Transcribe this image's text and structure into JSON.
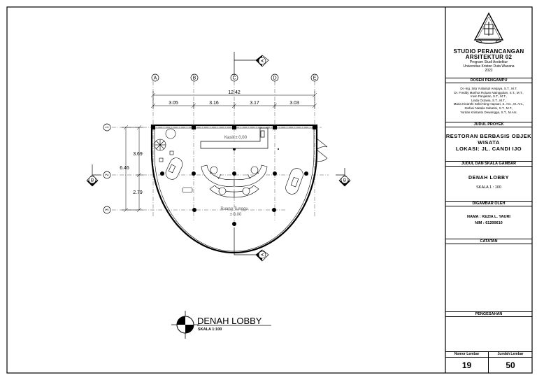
{
  "drawing": {
    "grid_cols": [
      "A",
      "B",
      "C",
      "D",
      "E"
    ],
    "grid_rows": [
      "1",
      "2",
      "3"
    ],
    "overall_dim": "12.42",
    "col_dims": [
      "3.05",
      "3.16",
      "3.17",
      "3.03"
    ],
    "row_dims": [
      "3.69",
      "2.79"
    ],
    "overall_vdim": "6.46",
    "section_marks": [
      "A",
      "B"
    ],
    "room_kasir": "Kasir ± 0,00",
    "room_tunggu": "Ruang Tunggu",
    "room_tunggu_level": "± 0,00",
    "title": "DENAH LOBBY",
    "scale": "SKALA 1:100"
  },
  "titleblock": {
    "studio_line1": "STUDIO PERANCANGAN",
    "studio_line2": "ARSITEKTUR 02",
    "program": "Program Studi Arsitektur",
    "university": "Universitas Kristen Duta Wacana",
    "year": "2022",
    "dosen_heading": "DOSEN PENGAMPU",
    "dosen": [
      "Dr.-Ing. Sita Yuliastuti Amijaya, S.T., M.T.",
      "Dr. Freddy Marihot Roluan Nainggolan, S.T., M.T.,",
      "Irwin Panjaitan, S.T., M.T.,",
      "Linda Octavia, S.T., M.T.,",
      "Maria Kinanthi Sekti Ning Hapsari, S. Ars., M. Ars.,",
      "Stefani Natalia Sabatini, S.T., M.T.,",
      "Yordan Kristanto Dewangga, S.T., M.Ars."
    ],
    "judul_proyek_heading": "JUDUL PROYEK",
    "project_line1": "RESTORAN BERBASIS OBJEK",
    "project_line2": "WISATA",
    "project_line3": "LOKASI: JL. CANDI IJO",
    "judul_skala_heading": "JUDUL DAN SKALA GAMBAR",
    "drawing_title": "DENAH LOBBY",
    "drawing_scale": "SKALA 1 : 100",
    "digambar_heading": "DIGAMBAR OLEH",
    "nama": "NAMA : KEZIA L. YAURI",
    "nim": "NIM : 61200610",
    "catatan_heading": "CATATAN",
    "pengesahan_heading": "PENGESAHAN",
    "nomor_label": "Nomor Lembar",
    "jumlah_label": "Jumlah Lembar",
    "nomor_value": "19",
    "jumlah_value": "50"
  }
}
